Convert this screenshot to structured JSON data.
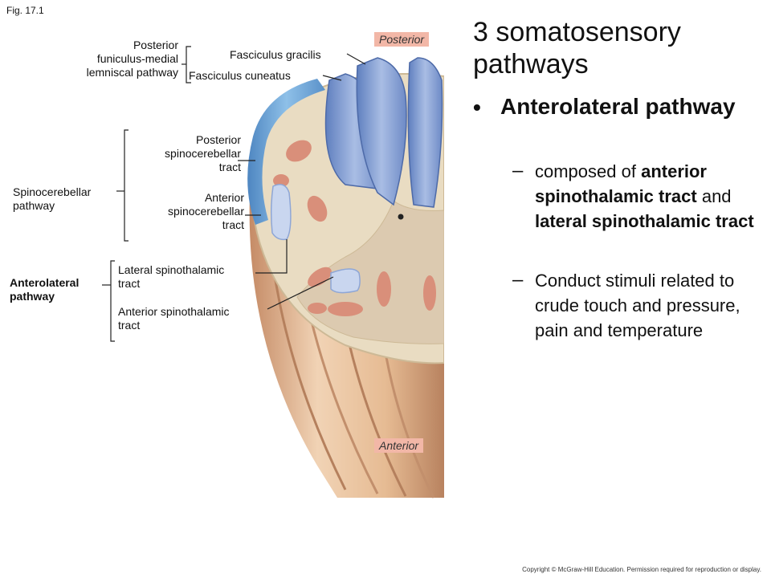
{
  "fig_label": "Fig. 17.1",
  "orientation": {
    "top": "Posterior",
    "bottom": "Anterior"
  },
  "labels": {
    "posterior_pathway": [
      "Posterior",
      "funiculus-medial",
      "lemniscal pathway"
    ],
    "fasciculus_gracilis": "Fasciculus gracilis",
    "fasciculus_cuneatus": "Fasciculus cuneatus",
    "posterior_spinocerebellar": [
      "Posterior",
      "spinocerebellar",
      "tract"
    ],
    "anterior_spinocerebellar": [
      "Anterior",
      "spinocerebellar",
      "tract"
    ],
    "spinocerebellar_pathway": [
      "Spinocerebellar",
      "pathway"
    ],
    "lateral_spinothalamic": [
      "Lateral spinothalamic",
      "tract"
    ],
    "anterior_spinothalamic": [
      "Anterior spinothalamic",
      "tract"
    ],
    "anterolateral_pathway": [
      "Anterolateral",
      "pathway"
    ]
  },
  "slide": {
    "title": "3 somatosensory pathways",
    "bullet": "Anterolateral pathway",
    "sub_items": [
      {
        "parts": [
          "composed of ",
          "anterior spinothalamic tract",
          " and ",
          "lateral spinothalamic tract"
        ]
      },
      {
        "text": "Conduct stimuli related to crude touch and pressure, pain and temperature"
      }
    ]
  },
  "copyright": "Copyright © McGraw-Hill Education. Permission required for reproduction or display.",
  "colors": {
    "tract_blue": "#8ea6d6",
    "highlight_blue": "#c9d6ef",
    "grey_matter_pink": "#d78a78",
    "white_matter": "#e8d9bd",
    "nerve_roots": "#d8b08a",
    "tag_bg": "#f2b7a7"
  }
}
